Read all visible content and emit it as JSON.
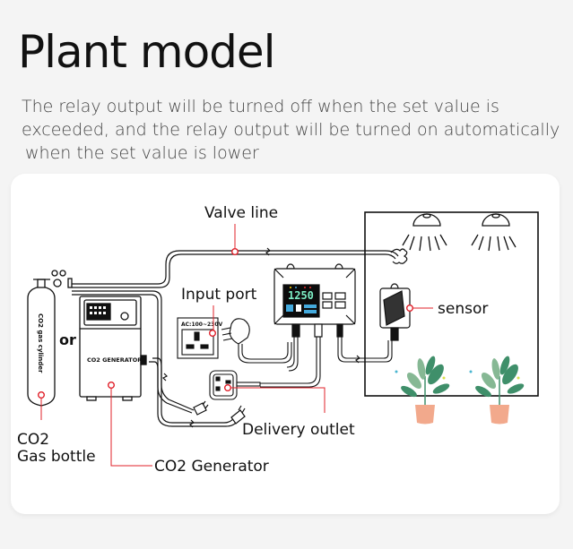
{
  "header": {
    "title": "Plant model",
    "description_lines": [
      "The relay output will be turned off when the set value is",
      "exceeded, and the relay output will be turned on automatically",
      "when the set value is lower"
    ]
  },
  "diagram": {
    "labels": {
      "valve_line": "Valve line",
      "input_port": "Input port",
      "sensor": "sensor",
      "delivery_outlet": "Delivery outlet",
      "co2_gas_bottle_1": "CO2",
      "co2_gas_bottle_2": "Gas bottle",
      "co2_generator": "CO2  Generator",
      "or": "or"
    },
    "device_text": {
      "cylinder_text": "CO2 gas cylinder",
      "generator_text": "CO2 GENERATOR",
      "socket_rating": "AC:100~230V",
      "controller_reading": "1250"
    },
    "colors": {
      "callout": "#e0202a",
      "line": "#111111",
      "leaf": "#3f8f6a",
      "leaf_light": "#86b894",
      "pot": "#f2a98c"
    }
  }
}
